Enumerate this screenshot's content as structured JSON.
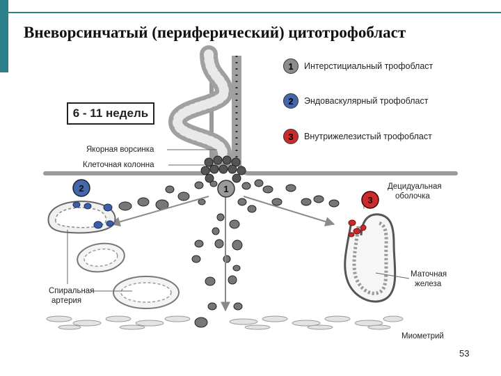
{
  "title": "Вневорсинчатый (периферический) цитотрофобласт",
  "week_label": "6 - 11 недель",
  "legend": [
    {
      "number": "1",
      "label": "Интерстициальный трофобласт",
      "color": "#8c8c8c"
    },
    {
      "number": "2",
      "label": "Эндоваскулярный трофобласт",
      "color": "#4466aa"
    },
    {
      "number": "3",
      "label": "Внутрижелезистый трофобласт",
      "color": "#cc2b2b"
    }
  ],
  "labels": {
    "anchoring_villus": "Якорная ворсинка",
    "cell_column": "Клеточная колонна",
    "decidua_line1": "Децидуальная",
    "decidua_line2": "оболочка",
    "spiral_artery_line1": "Спиральная",
    "spiral_artery_line2": "артерия",
    "uterine_gland_line1": "Маточная",
    "uterine_gland_line2": "железа",
    "myometrium": "Миометрий"
  },
  "markers": {
    "m1": "1",
    "m2": "2",
    "m3": "3"
  },
  "page_number": "53"
}
